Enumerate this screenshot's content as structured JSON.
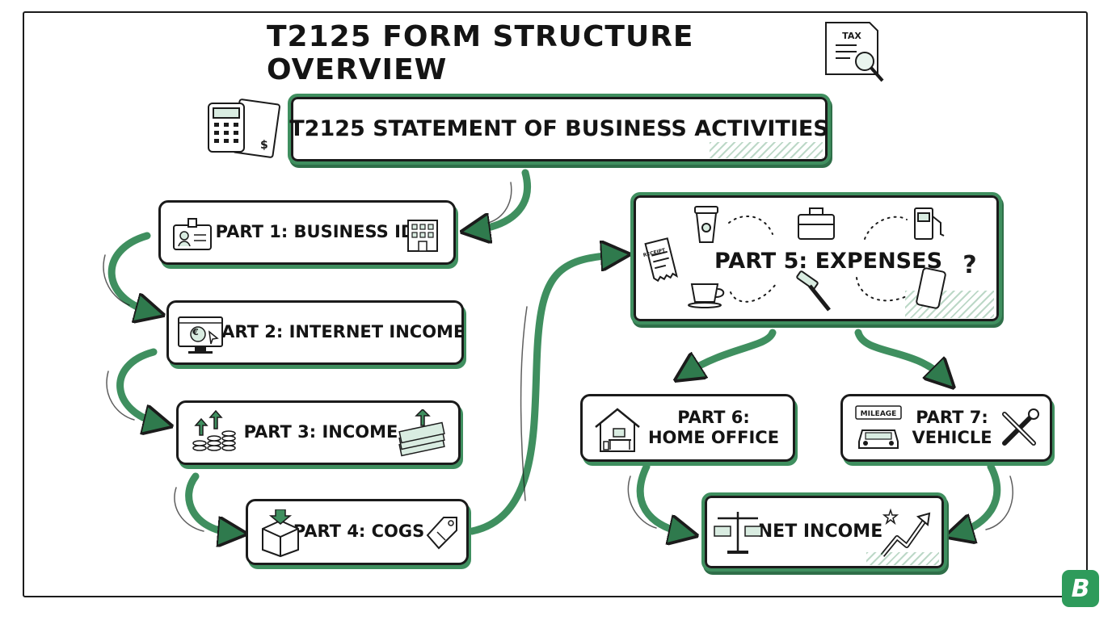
{
  "title": "T2125 FORM STRUCTURE OVERVIEW",
  "nodes": {
    "statement": "T2125 STATEMENT OF BUSINESS ACTIVITIES",
    "part1": "PART 1: BUSINESS ID",
    "part2": "PART 2: INTERNET INCOME",
    "part3": "PART 3: INCOME",
    "part4": "PART 4: COGS",
    "part5": "PART 5: EXPENSES",
    "part6_line1": "PART 6:",
    "part6_line2": "HOME OFFICE",
    "part7_line1": "PART 7:",
    "part7_line2": "VEHICLE",
    "net_income": "NET INCOME"
  },
  "icon_text": {
    "tax_doc": "TAX",
    "mileage": "MILEAGE",
    "receipt": "RECEIPT",
    "dollar": "$",
    "euro": "€",
    "question": "?"
  },
  "logo": "B",
  "colors": {
    "accent": "#3f8f5f",
    "ink": "#1b1b1b",
    "logo": "#2e9b5b"
  }
}
